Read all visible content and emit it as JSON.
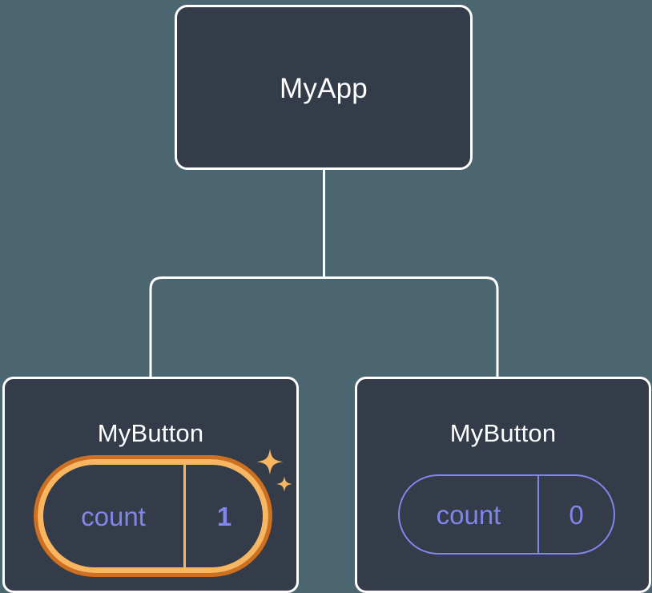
{
  "diagram": {
    "title": "component-tree",
    "background_color": "#4c6671",
    "node_fill_color": "#343b49",
    "node_border_color": "#ffffff",
    "accent_purple": "#8086ea",
    "accent_amber": "#f7b65f",
    "accent_orange": "#cf7020",
    "connector_color": "#ffffff"
  },
  "nodes": {
    "root": {
      "label": "MyApp"
    },
    "children": [
      {
        "label": "MyButton",
        "state": {
          "key": "count",
          "value": "1"
        },
        "highlighted": true,
        "sparkle_icons": [
          "sparkle-large-icon",
          "sparkle-small-icon"
        ]
      },
      {
        "label": "MyButton",
        "state": {
          "key": "count",
          "value": "0"
        },
        "highlighted": false,
        "sparkle_icons": []
      }
    ]
  },
  "edges": {
    "root_to_children_label": "parent-child-connector"
  }
}
